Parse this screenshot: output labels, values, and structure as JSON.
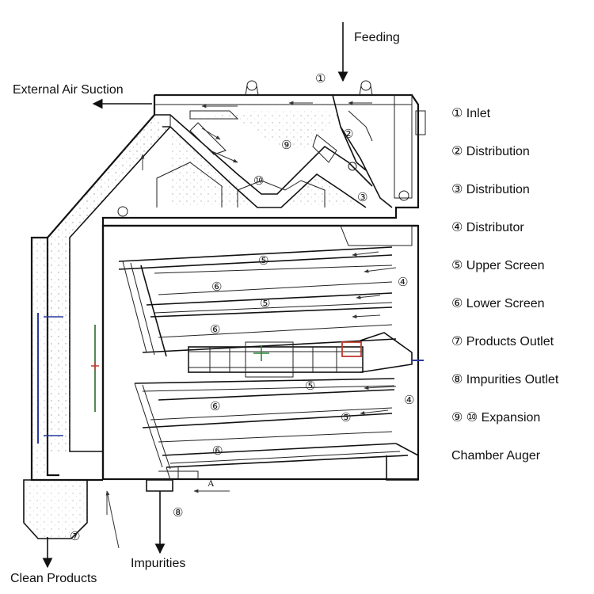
{
  "flow_labels": {
    "feeding": "Feeding",
    "external_air": "External Air Suction",
    "clean_products": "Clean Products",
    "impurities": "Impurities",
    "section_mark": "A"
  },
  "legend": [
    {
      "num": "①",
      "text": "Inlet"
    },
    {
      "num": "②",
      "text": "Distribution"
    },
    {
      "num": "③",
      "text": "Distribution"
    },
    {
      "num": "④",
      "text": "Distributor"
    },
    {
      "num": "⑤",
      "text": "Upper Screen"
    },
    {
      "num": "⑥",
      "text": "Lower Screen"
    },
    {
      "num": "⑦",
      "text": "Products Outlet"
    },
    {
      "num": "⑧",
      "text": "Impurities Outlet"
    },
    {
      "num": "⑨ ⑩",
      "text": "Expansion"
    },
    {
      "num": "",
      "text": "Chamber Auger"
    }
  ],
  "callouts": {
    "n1": "①",
    "n2": "②",
    "n3": "③",
    "n4": "④",
    "n5": "⑤",
    "n6": "⑥",
    "n7": "⑦",
    "n8": "⑧",
    "n9": "⑨",
    "n10": "⑩"
  }
}
